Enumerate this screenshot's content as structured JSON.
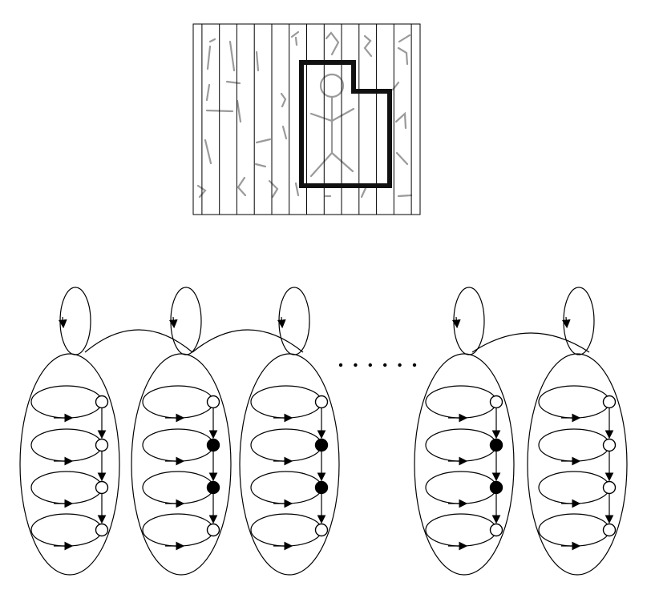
{
  "figure": {
    "description_visible_text": "",
    "image_panel": {
      "stroke_slices": 13,
      "highlighted_region": "stick-figure"
    },
    "model": {
      "columns": [
        {
          "states": [
            "empty",
            "empty",
            "empty",
            "empty"
          ]
        },
        {
          "states": [
            "empty",
            "filled",
            "filled",
            "empty"
          ]
        },
        {
          "states": [
            "empty",
            "filled",
            "filled",
            "empty"
          ]
        },
        {
          "states": [
            "empty",
            "filled",
            "filled",
            "empty"
          ]
        },
        {
          "states": [
            "empty",
            "empty",
            "empty",
            "empty"
          ]
        }
      ],
      "ellipsis": true
    },
    "colors": {
      "line": "#000000",
      "sketch": "#9a9a9a",
      "filled_node": "#000000",
      "empty_node": "#ffffff"
    }
  }
}
